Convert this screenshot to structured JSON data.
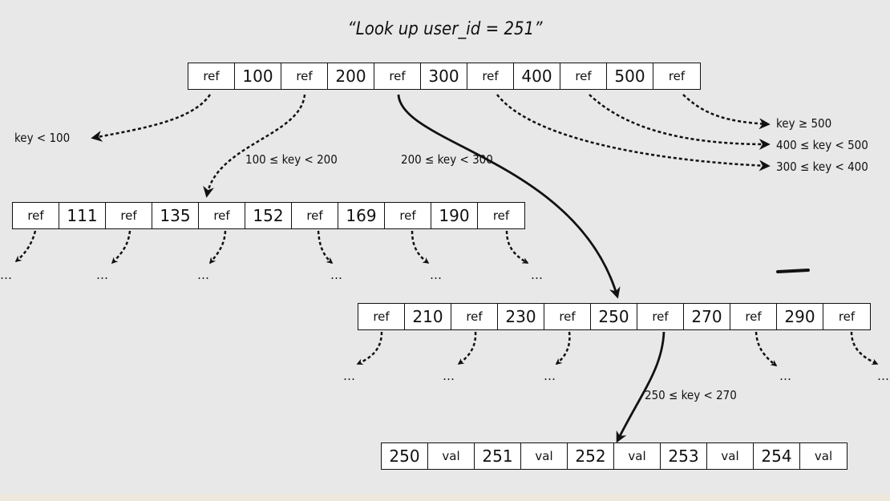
{
  "title": "“Look up user_id = 251”",
  "root_node": [
    "ref",
    "100",
    "ref",
    "200",
    "ref",
    "300",
    "ref",
    "400",
    "ref",
    "500",
    "ref"
  ],
  "left_node": [
    "ref",
    "111",
    "ref",
    "135",
    "ref",
    "152",
    "ref",
    "169",
    "ref",
    "190",
    "ref"
  ],
  "mid_node": [
    "ref",
    "210",
    "ref",
    "230",
    "ref",
    "250",
    "ref",
    "270",
    "ref",
    "290",
    "ref"
  ],
  "leaf_node": [
    "250",
    "val",
    "251",
    "val",
    "252",
    "val",
    "253",
    "val",
    "254",
    "val"
  ],
  "labels": {
    "lt100": "key < 100",
    "r100_200": "100 ≤ key < 200",
    "r200_300": "200 ≤ key < 300",
    "ge500": "key ≥ 500",
    "r400_500": "400 ≤ key < 500",
    "r300_400": "300 ≤ key < 400",
    "r250_270": "250 ≤ key < 270"
  },
  "ellipsis": "…"
}
